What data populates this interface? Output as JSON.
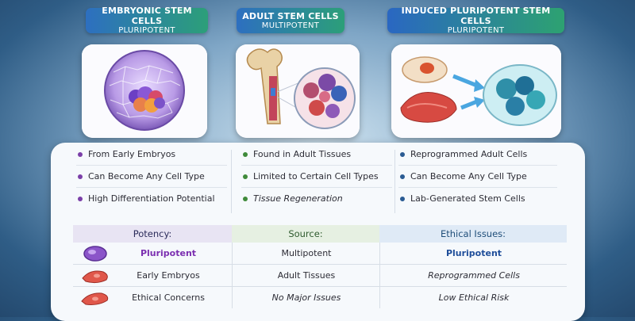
{
  "headers": [
    {
      "title": "EMBRYONIC STEM CELLS",
      "subtitle": "PLURIPOTENT"
    },
    {
      "title": "ADULT STEM CELLS",
      "subtitle": "MULTIPOTENT"
    },
    {
      "title": "INDUCED PLURIPOTENT STEM CELLS",
      "subtitle": "PLURIPOTENT"
    }
  ],
  "bullets": {
    "col1": [
      "From Early Embryos",
      "Can Become Any Cell Type",
      "High Differentiation Potential"
    ],
    "col2": [
      "Found in Adult Tissues",
      "Limited to Certain Cell Types",
      "Tissue Regeneration"
    ],
    "col3": [
      "Reprogrammed Adult Cells",
      "Can Become Any Cell Type",
      "Lab-Generated Stem Cells"
    ]
  },
  "bullet_colors": {
    "col1": "#7b3fa8",
    "col2": "#3f8a3a",
    "col3": "#2a5b93"
  },
  "table": {
    "headers": [
      "Potency:",
      "Source:",
      "Ethical Issues:"
    ],
    "rows": [
      {
        "a": "Pluripotent",
        "b": "Multipotent",
        "c": "Pluripotent",
        "icon": "purple-cell-icon"
      },
      {
        "a": "Early Embryos",
        "b": "Adult Tissues",
        "c": "Reprogrammed Cells",
        "icon": "red-cell-icon"
      },
      {
        "a": "Ethical Concerns",
        "b": "No Major Issues",
        "c": "Low Ethical Risk",
        "icon": "red-cell-icon"
      }
    ]
  },
  "colors": {
    "purple": "#7b2fb0",
    "blue": "#1f4e9a",
    "green": "#2c9f79"
  }
}
